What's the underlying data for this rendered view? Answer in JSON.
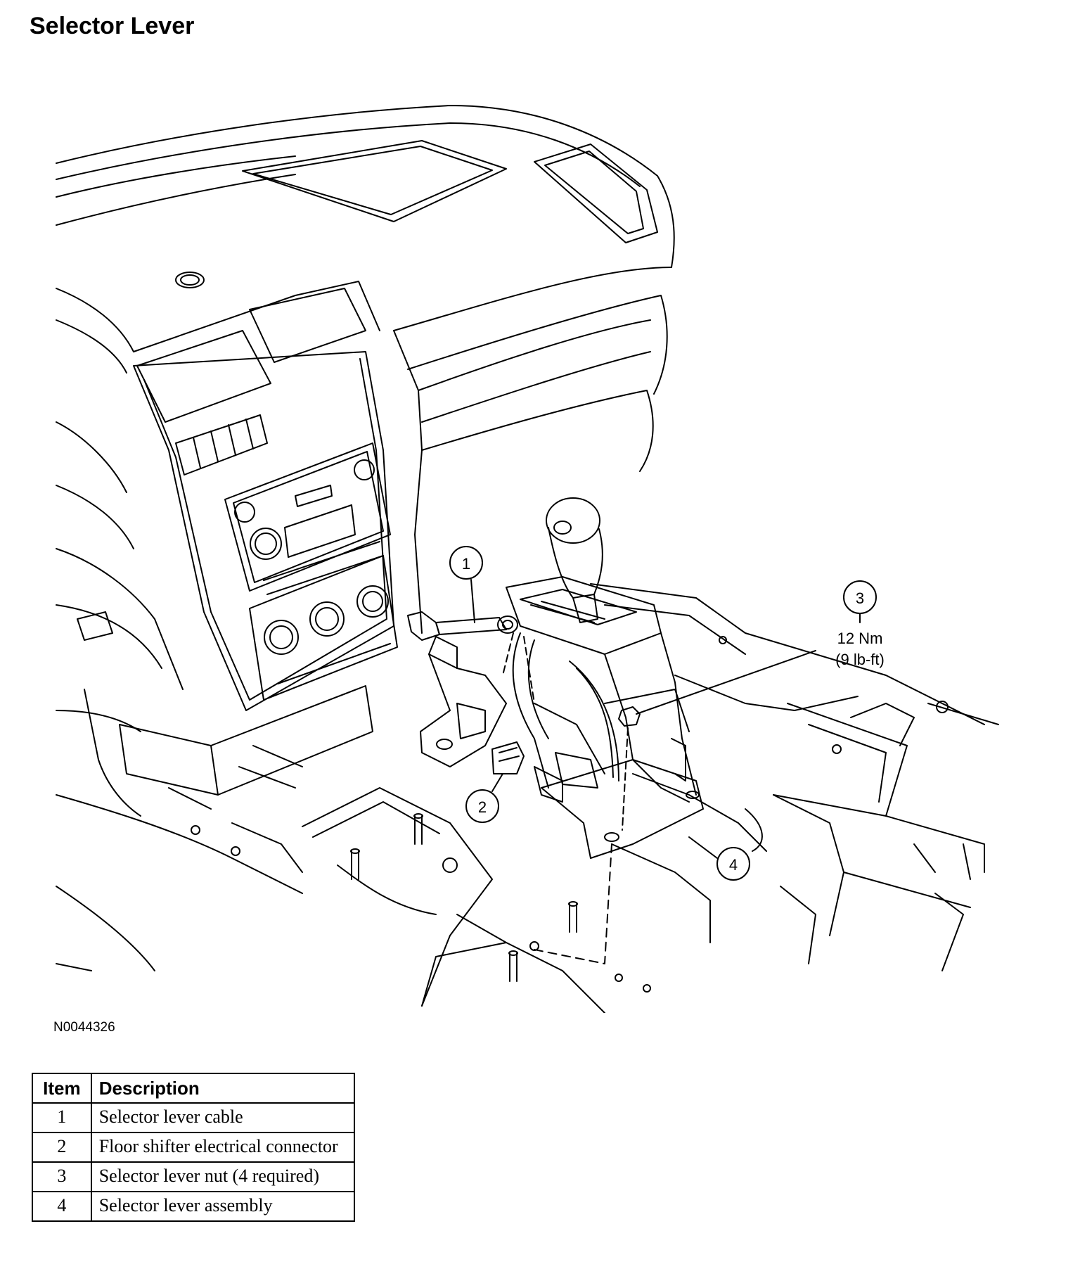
{
  "page": {
    "title": "Selector Lever",
    "figure_id": "N0044326"
  },
  "callouts": [
    {
      "number": "1"
    },
    {
      "number": "2"
    },
    {
      "number": "3",
      "torque": "12 Nm",
      "torque_alt": "(9 lb-ft)"
    },
    {
      "number": "4"
    }
  ],
  "legend": {
    "headers": {
      "item": "Item",
      "description": "Description"
    },
    "rows": [
      {
        "item": "1",
        "description": "Selector lever cable"
      },
      {
        "item": "2",
        "description": "Floor shifter electrical connector"
      },
      {
        "item": "3",
        "description": "Selector lever nut (4 required)"
      },
      {
        "item": "4",
        "description": "Selector lever assembly"
      }
    ]
  }
}
